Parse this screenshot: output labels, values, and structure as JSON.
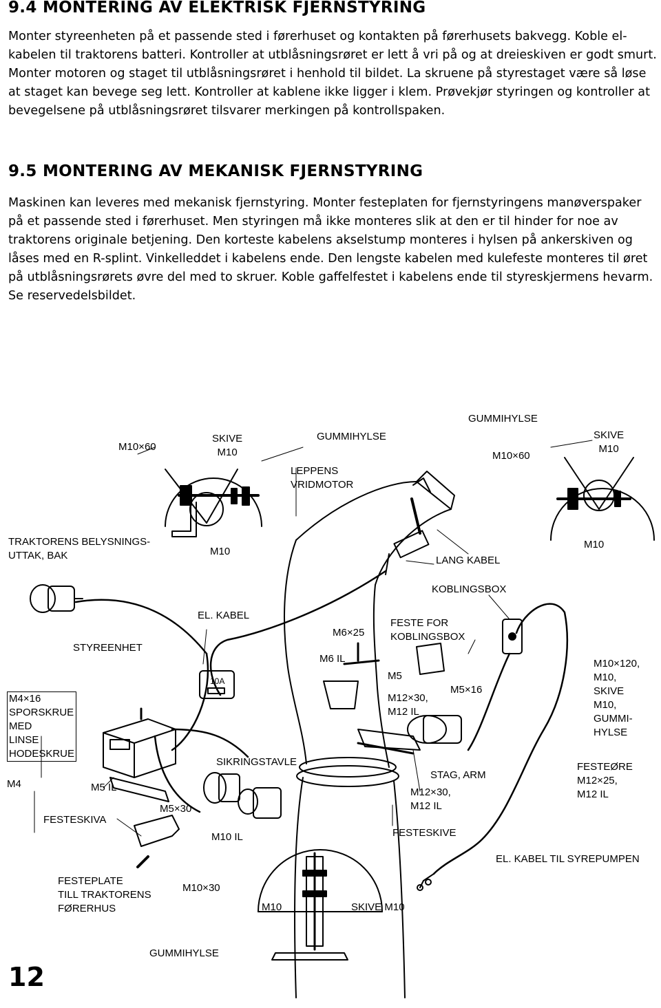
{
  "section_94": {
    "title": "9.4 MONTERING AV ELEKTRISK FJERNSTYRING",
    "body": "Monter styreenheten på et passende sted i førerhuset og kontakten på førerhusets bakvegg. Koble el-kabelen til traktorens batteri. Kontroller at utblåsningsrøret er lett å vri på og at dreieskiven er godt smurt. Monter motoren og staget til utblåsningsrøret i henhold til bildet. La skruene på styrestaget være så løse at staget kan bevege seg lett. Kontroller at kablene ikke ligger i klem. Prøvekjør styringen og kontroller at bevegelsene på utblåsningsrøret tilsvarer merkingen på kontrollspaken."
  },
  "section_95": {
    "title": "9.5 MONTERING AV MEKANISK FJERNSTYRING",
    "body": "Maskinen kan leveres med mekanisk fjernstyring. Monter festeplaten for fjernstyringens manøverspaker på et passende sted i førerhuset. Men styringen må ikke monteres slik at den er til hinder for noe av traktorens originale betjening. Den korteste kabelens akselstump monteres i hylsen på ankerskiven og låses med en R-splint. Vinkelleddet i kabelens ende. Den lengste kabelen med kulefeste monteres til øret på utblåsningsrørets øvre del med to skruer. Koble gaffelfestet i kabelens ende til styreskjermens hevarm. Se reservedelsbildet."
  },
  "figure": {
    "labels": {
      "m10x60_left": "M10×60",
      "skive_m10_left": "SKIVE\nM10",
      "gummihylse_top": "GUMMIHYLSE",
      "leppens_vridmotor": "LEPPENS\nVRIDMOTOR",
      "gummihylse_topright": "GUMMIHYLSE",
      "m10x60_right": "M10×60",
      "skive_m10_right": "SKIVE\nM10",
      "traktorens_belysningsuttak": "TRAKTORENS BELYSNINGS-\nUTTAK, BAK",
      "m10_center": "M10",
      "lang_kabel": "LANG KABEL",
      "m10_right": "M10",
      "koblingsbox": "KOBLINGSBOX",
      "el_kabel": "EL. KABEL",
      "m6x25": "M6×25",
      "feste_for_koblingsbox": "FESTE FOR\nKOBLINGSBOX",
      "styreenhet": "STYREENHET",
      "m6_il": "M6 IL",
      "fuse_10a": "10A",
      "m5": "M5",
      "m5x16": "M5×16",
      "m10x120": "M10×120,\nM10,\nSKIVE\nM10,\nGUMMI-\nHYLSE",
      "m4x16": "M4×16\nSPORSKRUE\nMED\nLINSE\nHODESKRUE",
      "m12x30_a": "M12×30,\nM12 IL",
      "sikringstavle": "SIKRINGSTAVLE",
      "festeore": "FESTEØRE\nM12×25,\nM12 IL",
      "m4": "M4",
      "m5_il": "M5 IL",
      "stag_arm": "STAG, ARM",
      "m12x30_b": "M12×30,\nM12 IL",
      "m5x30": "M5×30",
      "festeskiva_left": "FESTESKIVA",
      "m10_il": "M10 IL",
      "festeskive_right": "FESTESKIVE",
      "el_kabel_syrepumpen": "EL. KABEL TIL SYREPUMPEN",
      "festeplate": "FESTEPLATE\nTILL TRAKTORENS\nFØRERHUS",
      "m10x30": "M10×30",
      "m10_bottom": "M10",
      "skive_m10_bottom": "SKIVE M10",
      "gummihylse_bottom": "GUMMIHYLSE"
    }
  },
  "page_number": "12"
}
